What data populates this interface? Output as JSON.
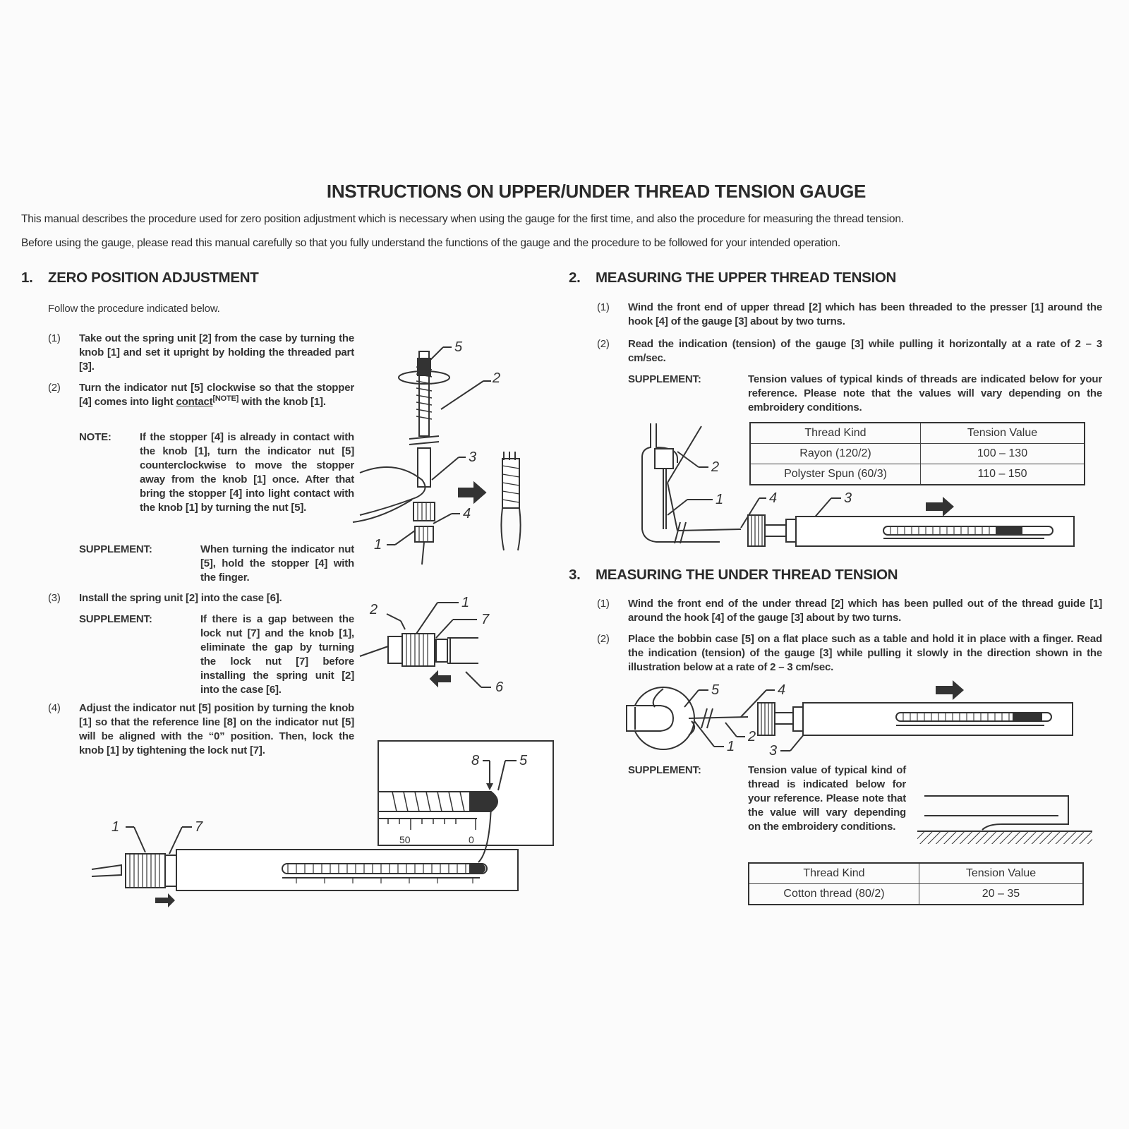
{
  "title": "INSTRUCTIONS ON UPPER/UNDER THREAD TENSION GAUGE",
  "intro": [
    "This manual describes the procedure used for zero position adjustment which is necessary when using the gauge for the first time, and also the procedure for measuring the thread tension.",
    "Before using the gauge, please read this manual carefully so that you fully understand the functions of the gauge and the procedure to be followed for your intended operation."
  ],
  "section1": {
    "number": "1.",
    "heading": "ZERO POSITION ADJUSTMENT",
    "lead": "Follow the procedure indicated below.",
    "step1": {
      "n": "(1)",
      "text": "Take out the spring unit [2] from the case by turning the knob [1] and set it upright by holding the threaded part [3]."
    },
    "step2": {
      "n": "(2)",
      "text_a": "Turn the indicator nut [5] clockwise so that the stopper [4] comes into light ",
      "contact": "contact",
      "note_ref": "[NOTE]",
      "text_b": " with the knob [1]."
    },
    "note": {
      "label": "NOTE:",
      "text": "If the stopper [4] is already in contact with the knob [1], turn the indicator nut [5] counterclockwise to move the stopper away from the knob [1] once. After that bring the stopper [4] into light contact with the knob [1] by turning the nut [5]."
    },
    "supplement1": {
      "label": "SUPPLEMENT:",
      "text": "When turning the indicator nut [5], hold the stopper [4] with the finger."
    },
    "step3": {
      "n": "(3)",
      "text": "Install the spring unit [2] into the case [6]."
    },
    "supplement2": {
      "label": "SUPPLEMENT:",
      "text": "If there is a gap between the lock nut [7] and the knob [1], eliminate the gap by turning the lock nut [7] before installing the spring unit [2] into the case [6]."
    },
    "step4": {
      "n": "(4)",
      "text": "Adjust the indicator nut [5] position by turning the knob [1] so that the reference line [8] on the indicator nut [5] will be aligned with the “0” position. Then, lock the knob [1] by tightening the lock nut [7]."
    }
  },
  "section2": {
    "number": "2.",
    "heading": "MEASURING THE UPPER THREAD TENSION",
    "step1": {
      "n": "(1)",
      "text": "Wind the front end of upper thread [2] which has been threaded to the presser [1] around the hook [4] of the gauge [3] about by two turns."
    },
    "step2": {
      "n": "(2)",
      "text": "Read the indication (tension) of the gauge [3] while pulling it horizontally at a rate of 2 – 3 cm/sec."
    },
    "supplement": {
      "label": "SUPPLEMENT:",
      "text": "Tension values of typical kinds of threads are indicated below for your reference. Please note that the values will vary depending on the embroidery conditions."
    },
    "table": {
      "headers": [
        "Thread Kind",
        "Tension Value"
      ],
      "rows": [
        [
          "Rayon (120/2)",
          "100 – 130"
        ],
        [
          "Polyster Spun (60/3)",
          "110 – 150"
        ]
      ]
    }
  },
  "section3": {
    "number": "3.",
    "heading": "MEASURING THE UNDER THREAD TENSION",
    "step1": {
      "n": "(1)",
      "text": "Wind the front end of the under thread [2] which has been pulled out of the thread guide [1] around the hook [4] of the gauge [3] about by two turns."
    },
    "step2": {
      "n": "(2)",
      "text": "Place the bobbin case [5] on a flat place such as a table and hold it in place with a finger. Read the indication (tension) of the gauge [3] while pulling it slowly in the direction shown in the illustration below at a rate of 2 – 3 cm/sec."
    },
    "supplement": {
      "label": "SUPPLEMENT:",
      "text": "Tension value of typical kind of thread is indicated below for your reference. Please note that the value will vary depending on the embroidery conditions."
    },
    "table": {
      "headers": [
        "Thread Kind",
        "Tension Value"
      ],
      "rows": [
        [
          "Cotton thread (80/2)",
          "20 – 35"
        ]
      ]
    }
  },
  "callouts": {
    "one": "1",
    "two": "2",
    "three": "3",
    "four": "4",
    "five": "5",
    "six": "6",
    "seven": "7",
    "eight": "8",
    "scale_50": "50",
    "scale_0": "0"
  }
}
